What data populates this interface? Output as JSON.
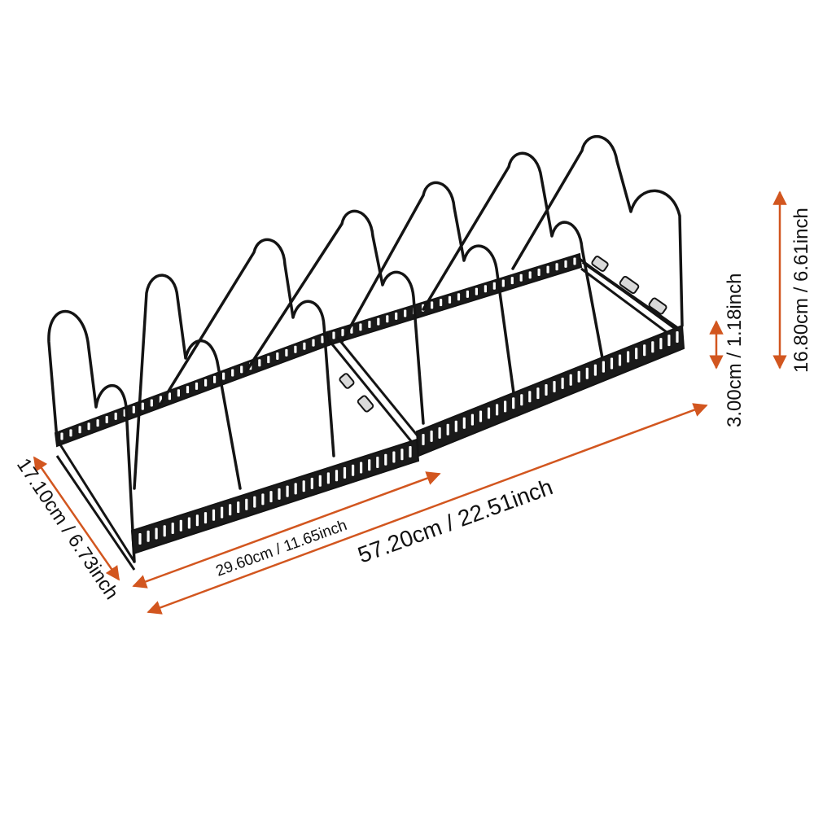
{
  "colors": {
    "background": "#ffffff",
    "rack": "#141414",
    "rail_fill": "#1a1a1a",
    "slot": "#ffffff",
    "arrow": "#d2561f",
    "text": "#111111"
  },
  "dimensions": {
    "total_length": "57.20cm / 22.51inch",
    "section_length": "29.60cm / 11.65inch",
    "width": "17.10cm / 6.73inch",
    "rail_height": "3.00cm / 1.18inch",
    "total_height": "16.80cm / 6.61inch"
  },
  "icons": {
    "arrow": "double-arrow-icon",
    "product": "expandable-pan-organizer-rack"
  }
}
